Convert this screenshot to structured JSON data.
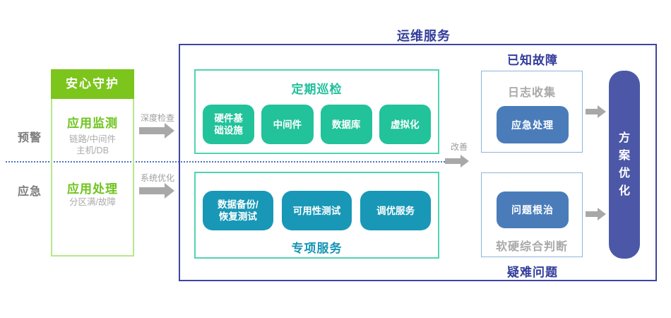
{
  "colors": {
    "green": "#7cc51c",
    "light_green_border": "#b7e78b",
    "teal": "#22c29b",
    "teal_border": "#50d4af",
    "cyan": "#1898b6",
    "steel_blue": "#4a7cba",
    "indigo": "#4c58a7",
    "navy_title": "#333d9b",
    "navy_border": "#3e45a1",
    "light_blue_border": "#90b4da",
    "gray_text": "#a9a9a9",
    "arrow_gray": "#a8a8a8",
    "dashed_blue": "#4b73c4"
  },
  "left": {
    "warning_label": "预警",
    "emergency_label": "应急",
    "guard": {
      "header": "安心守护",
      "monitor_title": "应用监测",
      "monitor_sub": "链路/中间件\n主机/DB",
      "handle_title": "应用处理",
      "handle_sub": "分区满/故障"
    },
    "deep_check_label": "深度检查",
    "system_opt_label": "系统优化"
  },
  "main": {
    "title": "运维服务",
    "inspection": {
      "title": "定期巡检",
      "items": [
        "硬件基\n础设施",
        "中间件",
        "数据库",
        "虚拟化"
      ]
    },
    "special": {
      "items": [
        "数据备份/\n恢复测试",
        "可用性测试",
        "调优服务"
      ],
      "title": "专项服务"
    },
    "improve_label": "改善",
    "known_fault": {
      "title": "已知故障",
      "sub": "日志收集",
      "action": "应急处理"
    },
    "difficult": {
      "title": "疑难问题",
      "action": "问题根治",
      "sub": "软硬综合判断"
    },
    "optimization": "方案优化"
  }
}
